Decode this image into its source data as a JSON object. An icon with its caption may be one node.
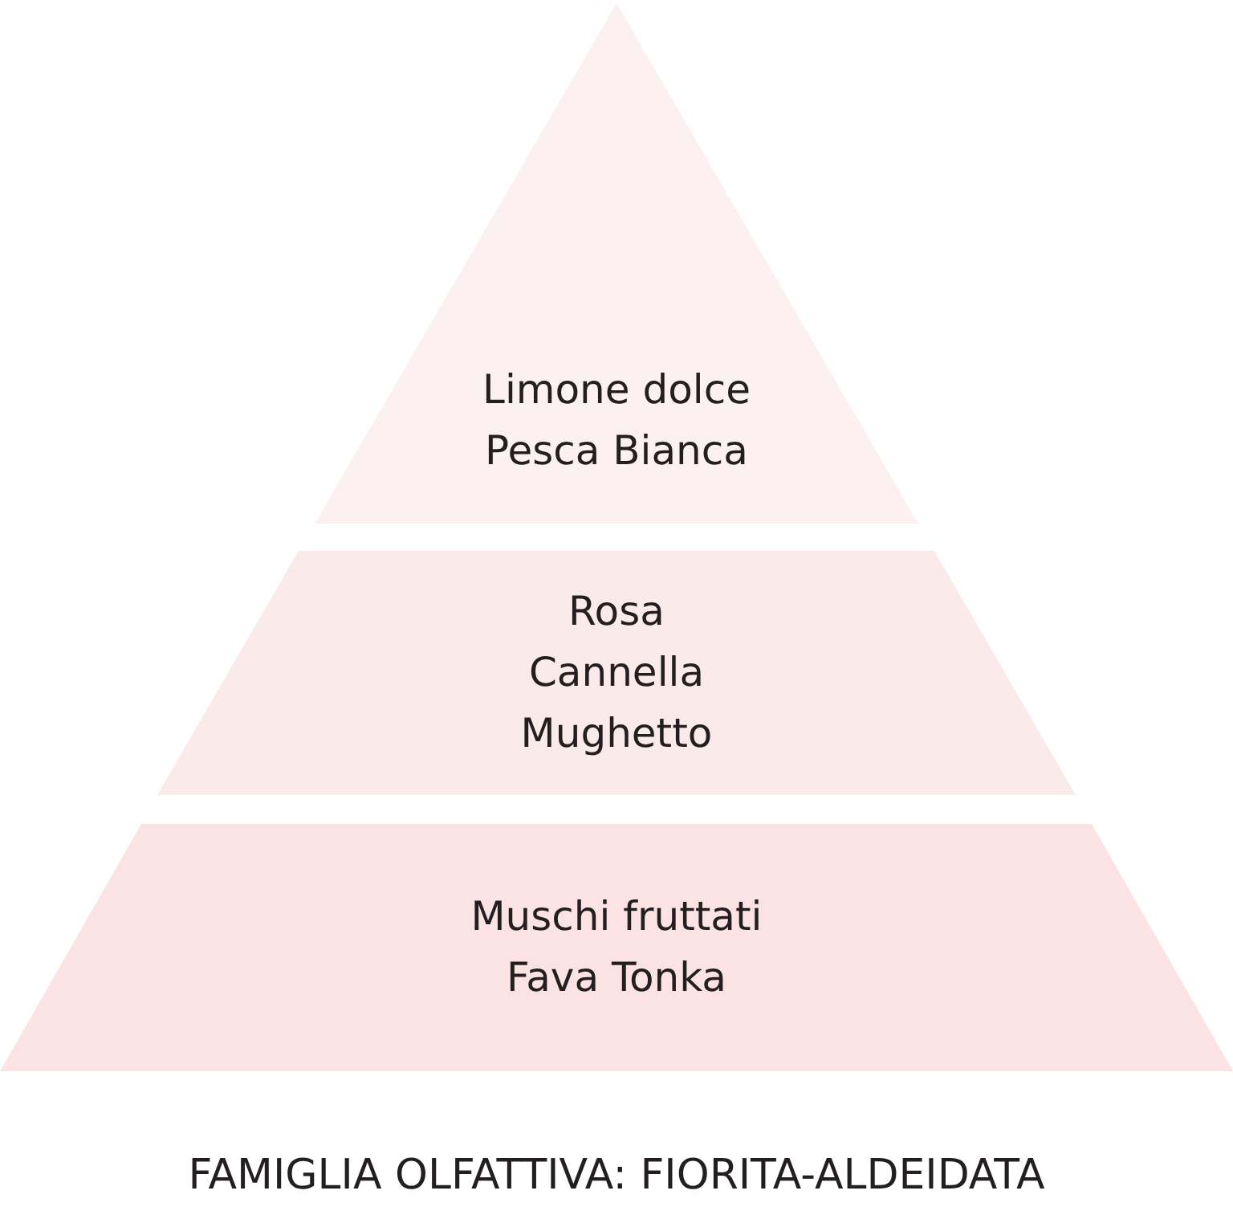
{
  "diagram": {
    "caption": "FAMIGLIA OLFATTIVA: FIORITA-ALDEIDATA",
    "nodes": [
      {
        "text": [
          "Limone dolce",
          "Pesca Bianca"
        ]
      },
      {
        "text": [
          "Rosa",
          "Cannella",
          "Mughetto"
        ]
      },
      {
        "text": [
          "Muschi fruttati",
          "Fava Tonka"
        ]
      }
    ]
  }
}
